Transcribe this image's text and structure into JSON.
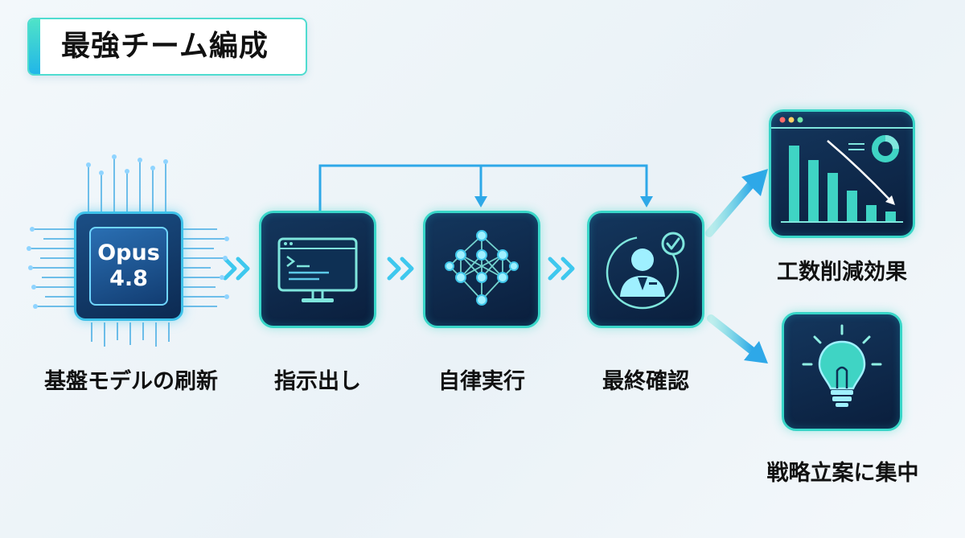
{
  "title": "最強チーム編成",
  "chip": {
    "line1": "Opus",
    "line2": "4.8"
  },
  "labels": {
    "base": "基盤モデルの刷新",
    "instruct": "指示出し",
    "execute": "自律実行",
    "confirm": "最終確認",
    "reduce": "工数削減効果",
    "strategy": "戦略立案に集中"
  },
  "icons": {
    "chip": "processor-chip-icon",
    "instruct": "monitor-terminal-icon",
    "execute": "neural-network-icon",
    "confirm": "person-check-icon",
    "reduce": "declining-bar-chart-icon",
    "strategy": "lightbulb-icon"
  },
  "colors": {
    "accent_teal": "#38d6c8",
    "accent_blue": "#2ea8e8",
    "card_dark": "#0a1e3c"
  }
}
